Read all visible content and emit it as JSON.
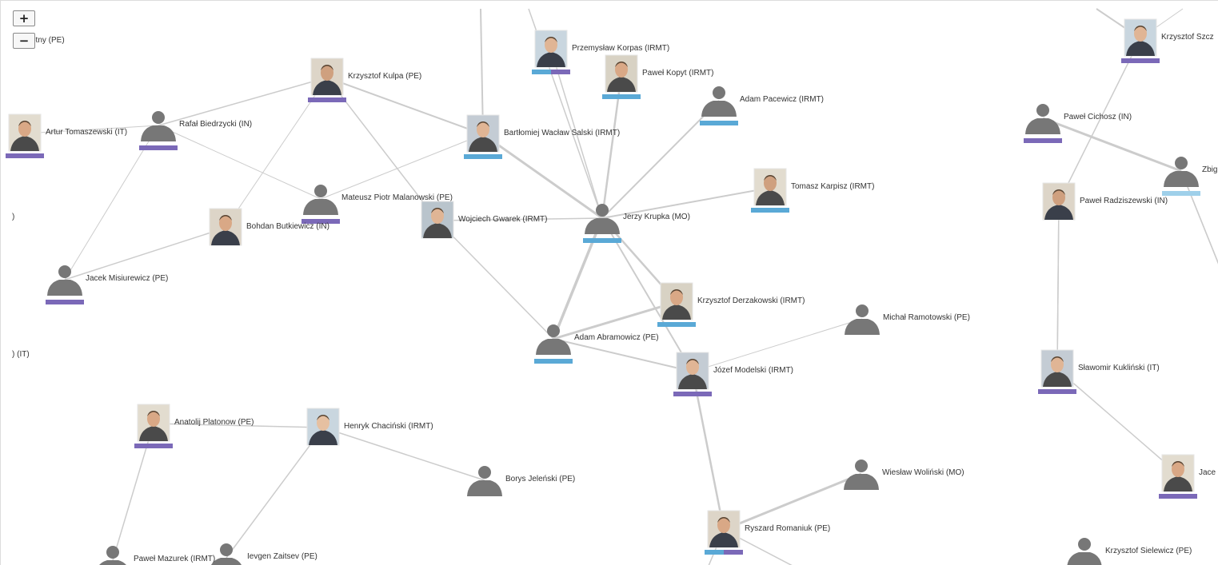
{
  "controls": {
    "zoom_in": "+",
    "zoom_out": "−"
  },
  "colors": {
    "edge": "#cccccc",
    "silhouette": "#777777",
    "bar_blue": "#5aa9d6",
    "bar_purple": "#7b69b8",
    "bar_lightblue": "#9fd0ea"
  },
  "nodes": [
    {
      "id": "n1",
      "label": "Przemysław Korpas (IRMT)",
      "photo": true,
      "bar": [
        "blue",
        "purple"
      ]
    },
    {
      "id": "n2",
      "label": "Paweł Kopyt (IRMT)",
      "photo": true,
      "bar": [
        "blue"
      ]
    },
    {
      "id": "n3",
      "label": "Adam Pacewicz (IRMT)",
      "photo": false,
      "bar": [
        "blue"
      ]
    },
    {
      "id": "n4",
      "label": "Krzysztof Kulpa (PE)",
      "photo": true,
      "bar": [
        "purple"
      ]
    },
    {
      "id": "n5",
      "label": "Bartłomiej Wacław Salski (IRMT)",
      "photo": true,
      "bar": [
        "blue"
      ]
    },
    {
      "id": "n6",
      "label": "Artur Tomaszewski (IT)",
      "photo": true,
      "bar": [
        "purple"
      ]
    },
    {
      "id": "n7",
      "label": "Rafał Biedrzycki (IN)",
      "photo": false,
      "bar": [
        "purple"
      ]
    },
    {
      "id": "n8",
      "label": "Mateusz Piotr Malanowski (PE)",
      "photo": false,
      "bar": [
        "purple"
      ]
    },
    {
      "id": "n9",
      "label": "Wojciech Gwarek (IRMT)",
      "photo": true,
      "bar": []
    },
    {
      "id": "n10",
      "label": "Bohdan Butkiewicz (IN)",
      "photo": true,
      "bar": []
    },
    {
      "id": "n11",
      "label": "Jerzy Krupka (MO)",
      "photo": false,
      "bar": [
        "blue"
      ]
    },
    {
      "id": "n12",
      "label": "Tomasz Karpisz (IRMT)",
      "photo": true,
      "bar": [
        "blue"
      ]
    },
    {
      "id": "n13",
      "label": "Jacek Misiurewicz (PE)",
      "photo": false,
      "bar": [
        "purple"
      ]
    },
    {
      "id": "n14",
      "label": "Krzysztof Derzakowski (IRMT)",
      "photo": true,
      "bar": [
        "blue"
      ]
    },
    {
      "id": "n15",
      "label": "Adam Abramowicz (PE)",
      "photo": false,
      "bar": [
        "blue"
      ]
    },
    {
      "id": "n16",
      "label": "Michał Ramotowski (PE)",
      "photo": false,
      "bar": []
    },
    {
      "id": "n17",
      "label": "Józef Modelski (IRMT)",
      "photo": true,
      "bar": [
        "purple"
      ]
    },
    {
      "id": "n18",
      "label": "Anatolij Platonow (PE)",
      "photo": true,
      "bar": [
        "purple"
      ]
    },
    {
      "id": "n19",
      "label": "Henryk Chaciński (IRMT)",
      "photo": true,
      "bar": []
    },
    {
      "id": "n20",
      "label": "Borys Jeleński (PE)",
      "photo": false,
      "bar": []
    },
    {
      "id": "n21",
      "label": "Wiesław Woliński (MO)",
      "photo": false,
      "bar": []
    },
    {
      "id": "n22",
      "label": "Ryszard Romaniuk (PE)",
      "photo": true,
      "bar": [
        "blue",
        "purple"
      ]
    },
    {
      "id": "n23",
      "label": "Paweł Mazurek (IRMT)",
      "photo": false,
      "bar": []
    },
    {
      "id": "n24",
      "label": "Ievgen Zaitsev (PE)",
      "photo": false,
      "bar": []
    },
    {
      "id": "n25",
      "label": "Krzysztof Szcz",
      "photo": true,
      "bar": [
        "purple"
      ]
    },
    {
      "id": "n26",
      "label": "Paweł Cichosz (IN)",
      "photo": false,
      "bar": [
        "purple"
      ]
    },
    {
      "id": "n27",
      "label": "Zbig",
      "photo": false,
      "bar": [
        "lightblue"
      ]
    },
    {
      "id": "n28",
      "label": "Paweł Radziszewski (IN)",
      "photo": true,
      "bar": []
    },
    {
      "id": "n29",
      "label": "Sławomir Kukliński (IT)",
      "photo": true,
      "bar": [
        "purple"
      ]
    },
    {
      "id": "n30",
      "label": "Jace",
      "photo": true,
      "bar": [
        "purple"
      ]
    },
    {
      "id": "n31",
      "label": "Krzysztof Sielewicz (PE)",
      "photo": false,
      "bar": []
    },
    {
      "id": "n32",
      "label": "otny (PE)",
      "photo": false,
      "bar": []
    },
    {
      "id": "n33",
      "label": ") (IT)",
      "photo": false,
      "bar": []
    },
    {
      "id": "n34",
      "label": ")",
      "photo": false,
      "bar": []
    }
  ],
  "edges": [
    [
      "n4",
      "n7",
      1.5
    ],
    [
      "n4",
      "n5",
      2
    ],
    [
      "n4",
      "n9",
      1.5
    ],
    [
      "n4",
      "n10",
      1
    ],
    [
      "n7",
      "n8",
      1
    ],
    [
      "n7",
      "n13",
      1
    ],
    [
      "n7",
      "n6",
      1
    ],
    [
      "n5",
      "n8",
      1
    ],
    [
      "n5",
      "n11",
      3
    ],
    [
      "n1",
      "n11",
      1.5
    ],
    [
      "n2",
      "n11",
      2.5
    ],
    [
      "n3",
      "n11",
      2
    ],
    [
      "n12",
      "n11",
      2
    ],
    [
      "n9",
      "n11",
      1.5
    ],
    [
      "n9",
      "n15",
      1.5
    ],
    [
      "n10",
      "n13",
      1.5
    ],
    [
      "n11",
      "n15",
      3.5
    ],
    [
      "n11",
      "n14",
      2.5
    ],
    [
      "n11",
      "n17",
      2
    ],
    [
      "n14",
      "n15",
      3
    ],
    [
      "n15",
      "n17",
      2
    ],
    [
      "n17",
      "n16",
      1
    ],
    [
      "n17",
      "n22",
      2.5
    ],
    [
      "n22",
      "n21",
      3
    ],
    [
      "n18",
      "n19",
      1.5
    ],
    [
      "n19",
      "n20",
      1.5
    ],
    [
      "n19",
      "n24",
      1.5
    ],
    [
      "n18",
      "n23",
      1.5
    ],
    [
      "n25",
      "n28",
      1.5
    ],
    [
      "n26",
      "n27",
      3
    ],
    [
      "n28",
      "n29",
      1.5
    ],
    [
      "n29",
      "n30",
      1.5
    ],
    [
      "n25",
      "n34",
      1
    ],
    [
      "n27",
      "n35",
      1.5
    ]
  ]
}
